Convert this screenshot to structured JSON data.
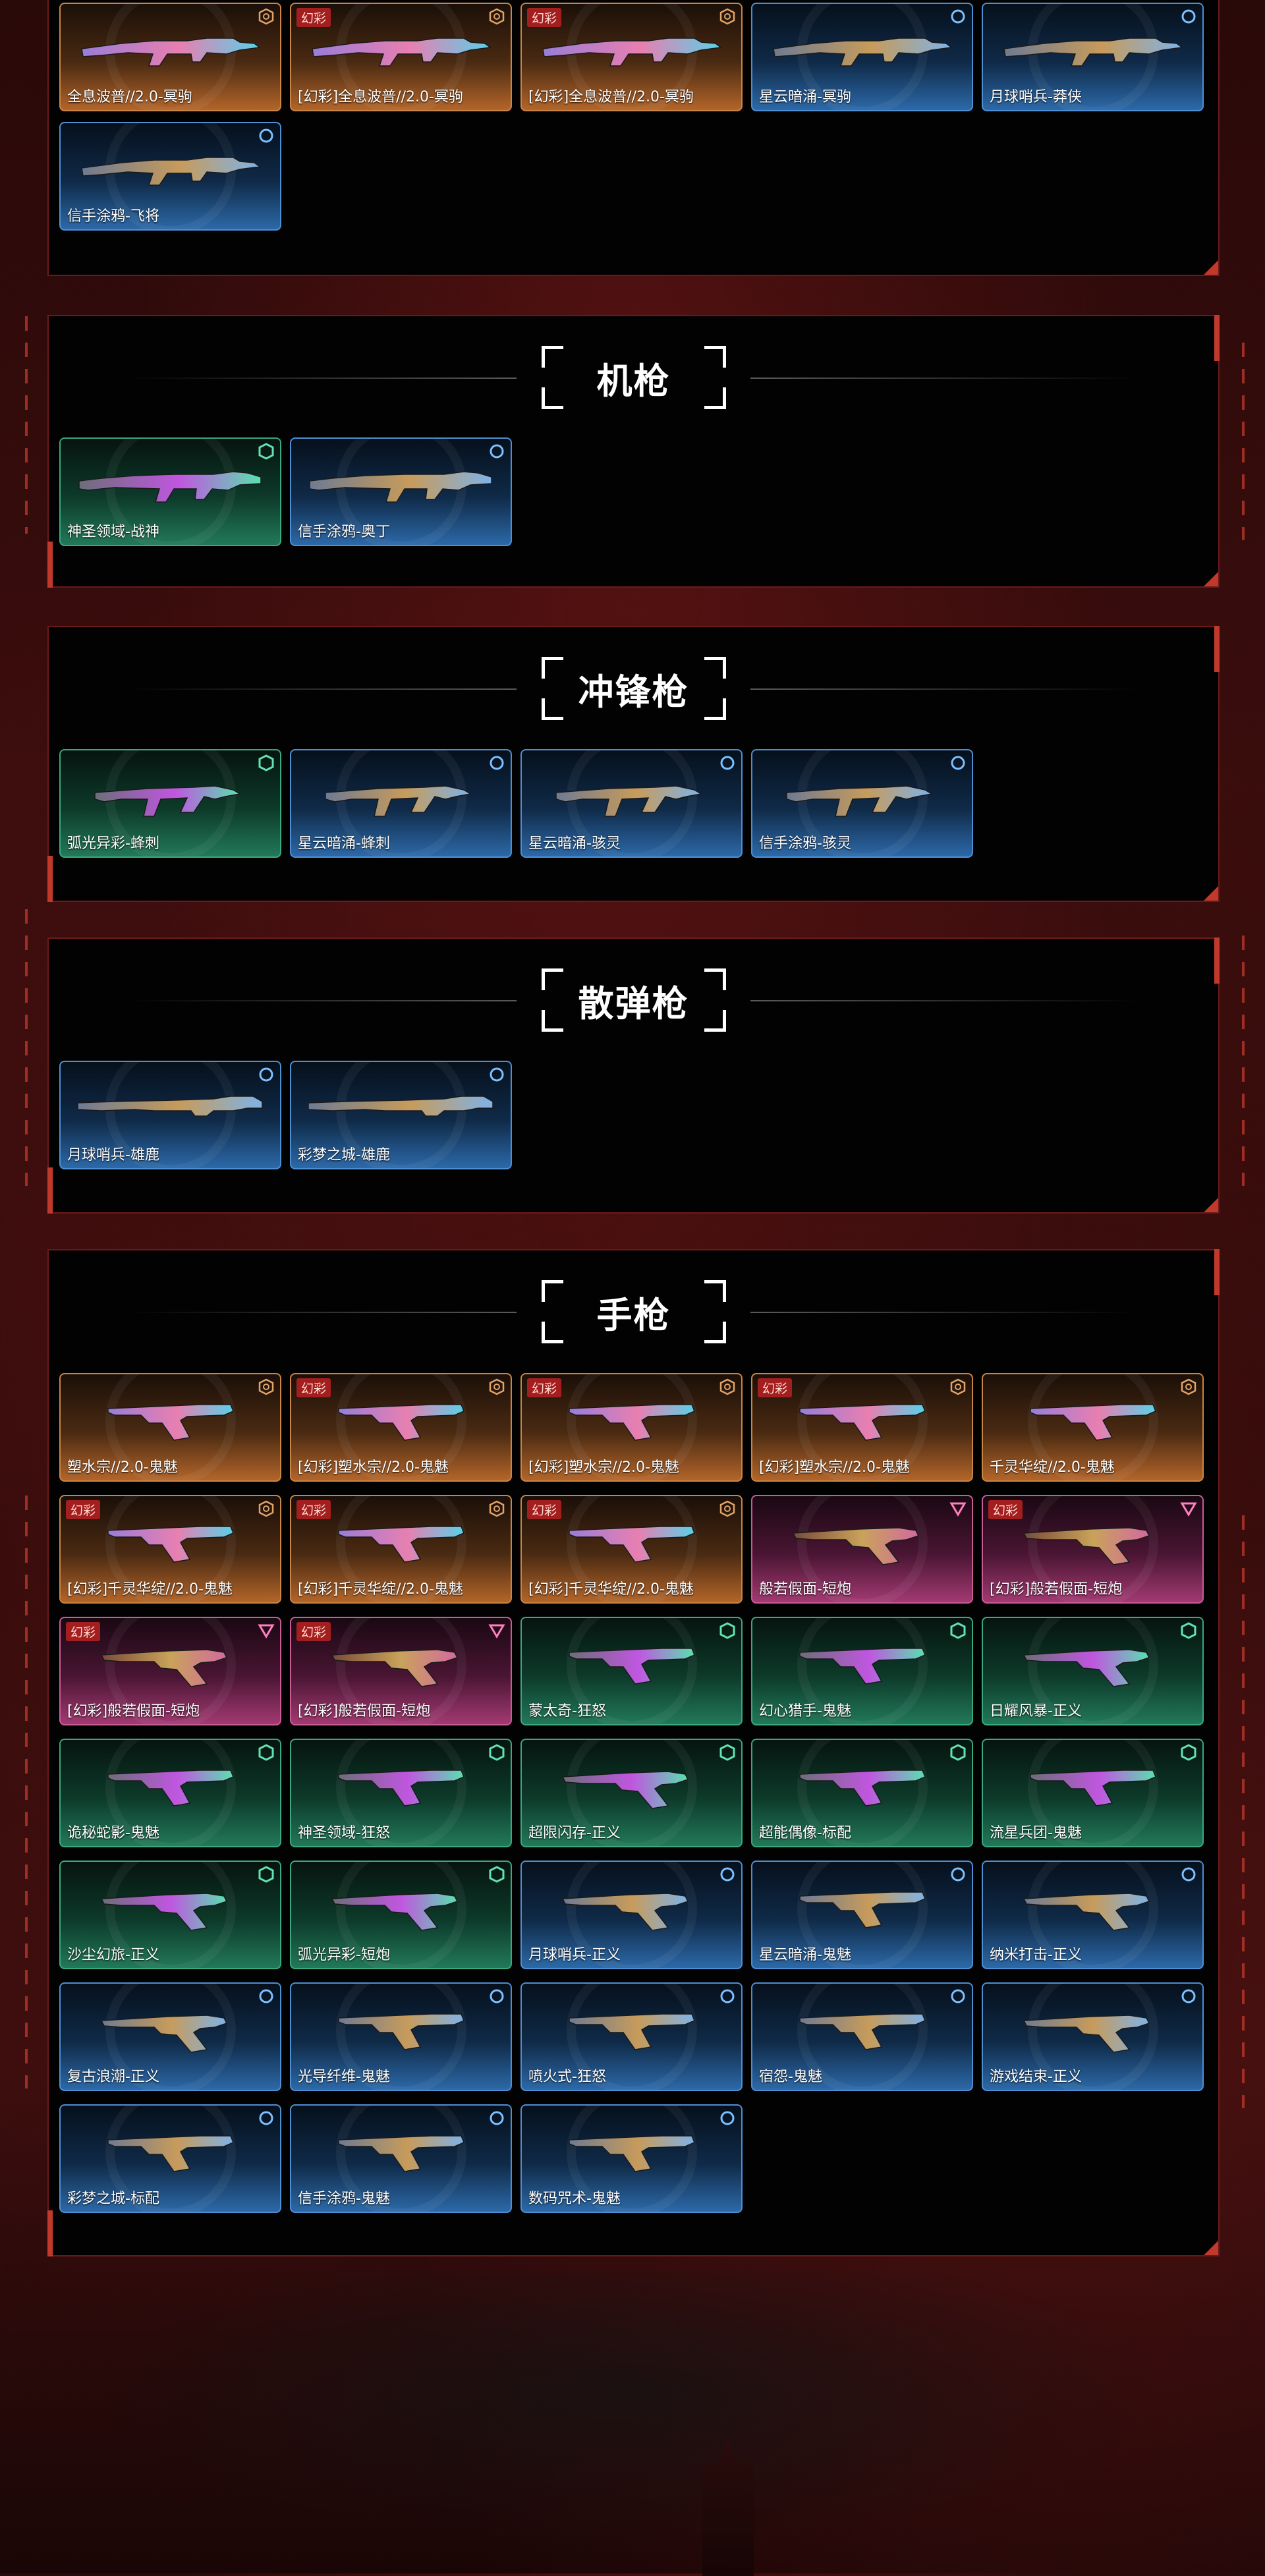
{
  "tier_colors": {
    "orange": "#c98545",
    "blue": "#4e8fd4",
    "green": "#3aa880",
    "pink": "#c95c97",
    "accent": "#c0392b"
  },
  "tag_label": "幻彩",
  "sections": [
    {
      "title": "",
      "items": [
        {
          "name": "全息波普//2.0-冥驹",
          "tier": "orange",
          "tag": false,
          "icon": "rifle-icon"
        },
        {
          "name": "[幻彩]全息波普//2.0-冥驹",
          "tier": "orange",
          "tag": true,
          "icon": "rifle-icon"
        },
        {
          "name": "[幻彩]全息波普//2.0-冥驹",
          "tier": "orange",
          "tag": true,
          "icon": "rifle-icon"
        },
        {
          "name": "星云暗涌-冥驹",
          "tier": "blue",
          "tag": false,
          "icon": "rifle-icon"
        },
        {
          "name": "月球哨兵-莽侠",
          "tier": "blue",
          "tag": false,
          "icon": "rifle-icon"
        },
        {
          "name": "信手涂鸦-飞将",
          "tier": "blue",
          "tag": false,
          "icon": "rifle-icon"
        }
      ]
    },
    {
      "title": "机枪",
      "items": [
        {
          "name": "神圣领域-战神",
          "tier": "green",
          "tag": false,
          "icon": "machinegun-icon"
        },
        {
          "name": "信手涂鸦-奥丁",
          "tier": "blue",
          "tag": false,
          "icon": "machinegun-icon"
        }
      ]
    },
    {
      "title": "冲锋枪",
      "items": [
        {
          "name": "弧光异彩-蜂刺",
          "tier": "green",
          "tag": false,
          "icon": "smg-icon"
        },
        {
          "name": "星云暗涌-蜂刺",
          "tier": "blue",
          "tag": false,
          "icon": "smg-icon"
        },
        {
          "name": "星云暗涌-骇灵",
          "tier": "blue",
          "tag": false,
          "icon": "smg-icon"
        },
        {
          "name": "信手涂鸦-骇灵",
          "tier": "blue",
          "tag": false,
          "icon": "smg-icon"
        }
      ]
    },
    {
      "title": "散弹枪",
      "items": [
        {
          "name": "月球哨兵-雄鹿",
          "tier": "blue",
          "tag": false,
          "icon": "shotgun-icon"
        },
        {
          "name": "彩梦之城-雄鹿",
          "tier": "blue",
          "tag": false,
          "icon": "shotgun-icon"
        }
      ]
    },
    {
      "title": "手枪",
      "items": [
        {
          "name": "塑水宗//2.0-鬼魅",
          "tier": "orange",
          "tag": false,
          "icon": "pistol-icon"
        },
        {
          "name": "[幻彩]塑水宗//2.0-鬼魅",
          "tier": "orange",
          "tag": true,
          "icon": "pistol-icon"
        },
        {
          "name": "[幻彩]塑水宗//2.0-鬼魅",
          "tier": "orange",
          "tag": true,
          "icon": "pistol-icon"
        },
        {
          "name": "[幻彩]塑水宗//2.0-鬼魅",
          "tier": "orange",
          "tag": true,
          "icon": "pistol-icon"
        },
        {
          "name": "千灵华绽//2.0-鬼魅",
          "tier": "orange",
          "tag": false,
          "icon": "pistol-icon"
        },
        {
          "name": "[幻彩]千灵华绽//2.0-鬼魅",
          "tier": "orange",
          "tag": true,
          "icon": "pistol-icon"
        },
        {
          "name": "[幻彩]千灵华绽//2.0-鬼魅",
          "tier": "orange",
          "tag": true,
          "icon": "pistol-icon"
        },
        {
          "name": "[幻彩]千灵华绽//2.0-鬼魅",
          "tier": "orange",
          "tag": true,
          "icon": "pistol-icon"
        },
        {
          "name": "般若假面-短炮",
          "tier": "pink",
          "tag": false,
          "icon": "revolver-icon"
        },
        {
          "name": "[幻彩]般若假面-短炮",
          "tier": "pink",
          "tag": true,
          "icon": "revolver-icon"
        },
        {
          "name": "[幻彩]般若假面-短炮",
          "tier": "pink",
          "tag": true,
          "icon": "revolver-icon"
        },
        {
          "name": "[幻彩]般若假面-短炮",
          "tier": "pink",
          "tag": true,
          "icon": "revolver-icon"
        },
        {
          "name": "蒙太奇-狂怒",
          "tier": "green",
          "tag": false,
          "icon": "pistol-icon"
        },
        {
          "name": "幻心猎手-鬼魅",
          "tier": "green",
          "tag": false,
          "icon": "pistol-icon"
        },
        {
          "name": "日耀风暴-正义",
          "tier": "green",
          "tag": false,
          "icon": "revolver-icon"
        },
        {
          "name": "诡秘蛇影-鬼魅",
          "tier": "green",
          "tag": false,
          "icon": "pistol-icon"
        },
        {
          "name": "神圣领域-狂怒",
          "tier": "green",
          "tag": false,
          "icon": "pistol-icon"
        },
        {
          "name": "超限闪存-正义",
          "tier": "green",
          "tag": false,
          "icon": "revolver-icon"
        },
        {
          "name": "超能偶像-标配",
          "tier": "green",
          "tag": false,
          "icon": "pistol-icon"
        },
        {
          "name": "流星兵团-鬼魅",
          "tier": "green",
          "tag": false,
          "icon": "pistol-icon"
        },
        {
          "name": "沙尘幻旅-正义",
          "tier": "green",
          "tag": false,
          "icon": "revolver-icon"
        },
        {
          "name": "弧光异彩-短炮",
          "tier": "green",
          "tag": false,
          "icon": "revolver-icon"
        },
        {
          "name": "月球哨兵-正义",
          "tier": "blue",
          "tag": false,
          "icon": "revolver-icon"
        },
        {
          "name": "星云暗涌-鬼魅",
          "tier": "blue",
          "tag": false,
          "icon": "pistol-icon"
        },
        {
          "name": "纳米打击-正义",
          "tier": "blue",
          "tag": false,
          "icon": "revolver-icon"
        },
        {
          "name": "复古浪潮-正义",
          "tier": "blue",
          "tag": false,
          "icon": "revolver-icon"
        },
        {
          "name": "光导纤维-鬼魅",
          "tier": "blue",
          "tag": false,
          "icon": "pistol-icon"
        },
        {
          "name": "喷火式-狂怒",
          "tier": "blue",
          "tag": false,
          "icon": "pistol-icon"
        },
        {
          "name": "宿怨-鬼魅",
          "tier": "blue",
          "tag": false,
          "icon": "pistol-icon"
        },
        {
          "name": "游戏结束-正义",
          "tier": "blue",
          "tag": false,
          "icon": "revolver-icon"
        },
        {
          "name": "彩梦之城-标配",
          "tier": "blue",
          "tag": false,
          "icon": "pistol-icon"
        },
        {
          "name": "信手涂鸦-鬼魅",
          "tier": "blue",
          "tag": false,
          "icon": "pistol-icon"
        },
        {
          "name": "数码咒术-鬼魅",
          "tier": "blue",
          "tag": false,
          "icon": "pistol-icon"
        }
      ]
    }
  ]
}
